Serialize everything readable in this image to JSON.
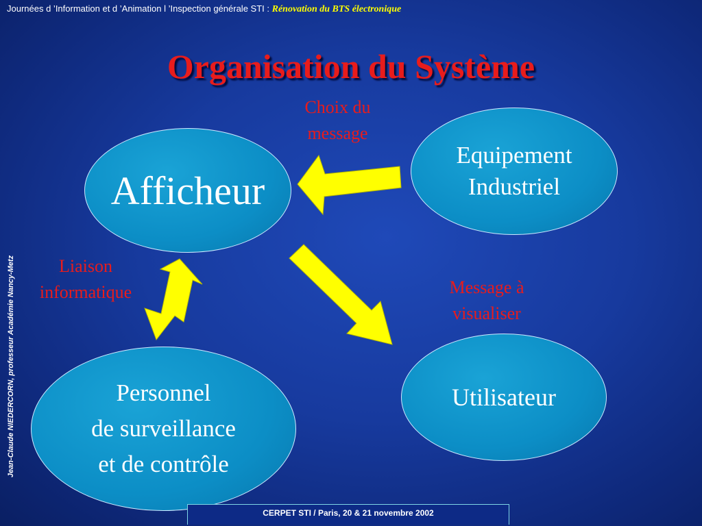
{
  "header": {
    "prefix": "Journées d ’Information et d ’Animation l ’Inspection générale  STI : ",
    "highlight": "Rénovation du BTS électronique"
  },
  "title": "Organisation du Système",
  "nodes": {
    "afficheur": "Afficheur",
    "equipement": [
      "Equipement",
      "Industriel"
    ],
    "personnel": [
      "Personnel",
      "de surveillance",
      "et de contrôle"
    ],
    "utilisateur": "Utilisateur"
  },
  "labels": {
    "choix": [
      "Choix du",
      "message"
    ],
    "liaison": [
      "Liaison",
      "informatique"
    ],
    "message": [
      "Message à",
      "visualiser"
    ]
  },
  "side_text": "Jean-Claude NIEDERCORN, professeur Académie Nancy-Metz",
  "footer": "CERPET STI / Paris, 20 & 21 novembre 2002",
  "colors": {
    "background": "#173a9e",
    "title": "#e81c1c",
    "label": "#e81c1c",
    "node_fill": "#0c8ec6",
    "arrow": "#ffff00",
    "header_highlight": "#ffff00"
  }
}
